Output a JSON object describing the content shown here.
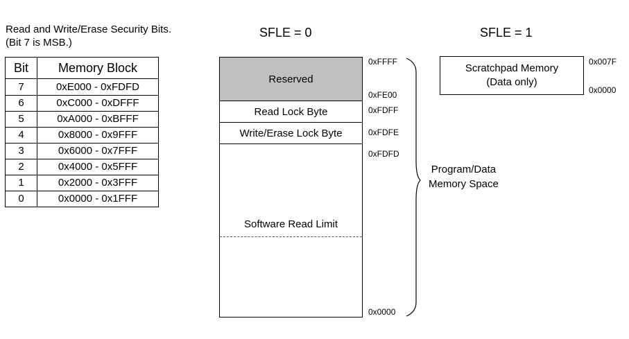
{
  "caption": {
    "line1": "Read and Write/Erase Security Bits.",
    "line2": "(Bit 7 is MSB.)"
  },
  "headings": {
    "sfle0": "SFLE = 0",
    "sfle1": "SFLE = 1"
  },
  "bits_table": {
    "headers": [
      "Bit",
      "Memory Block"
    ],
    "rows": [
      [
        "7",
        "0xE000 - 0xFDFD"
      ],
      [
        "6",
        "0xC000 - 0xDFFF"
      ],
      [
        "5",
        "0xA000 - 0xBFFF"
      ],
      [
        "4",
        "0x8000 - 0x9FFF"
      ],
      [
        "3",
        "0x6000 - 0x7FFF"
      ],
      [
        "2",
        "0x4000 - 0x5FFF"
      ],
      [
        "1",
        "0x2000 - 0x3FFF"
      ],
      [
        "0",
        "0x0000 - 0x1FFF"
      ]
    ]
  },
  "memory_map": {
    "reserved": "Reserved",
    "read_lock": "Read Lock Byte",
    "write_erase_lock": "Write/Erase Lock Byte",
    "software_read_limit": "Software Read Limit",
    "addresses": {
      "top": "0xFFFF",
      "reserved_bottom": "0xFE00",
      "read_lock": "0xFDFF",
      "write_erase_lock": "0xFDFE",
      "program_top": "0xFDFD",
      "bottom": "0x0000"
    },
    "brace_label": [
      "Program/Data",
      "Memory Space"
    ],
    "reserved_color": "#c0c0c0"
  },
  "scratchpad": {
    "line1": "Scratchpad Memory",
    "line2": "(Data only)",
    "addr_top": "0x007F",
    "addr_bottom": "0x0000"
  }
}
